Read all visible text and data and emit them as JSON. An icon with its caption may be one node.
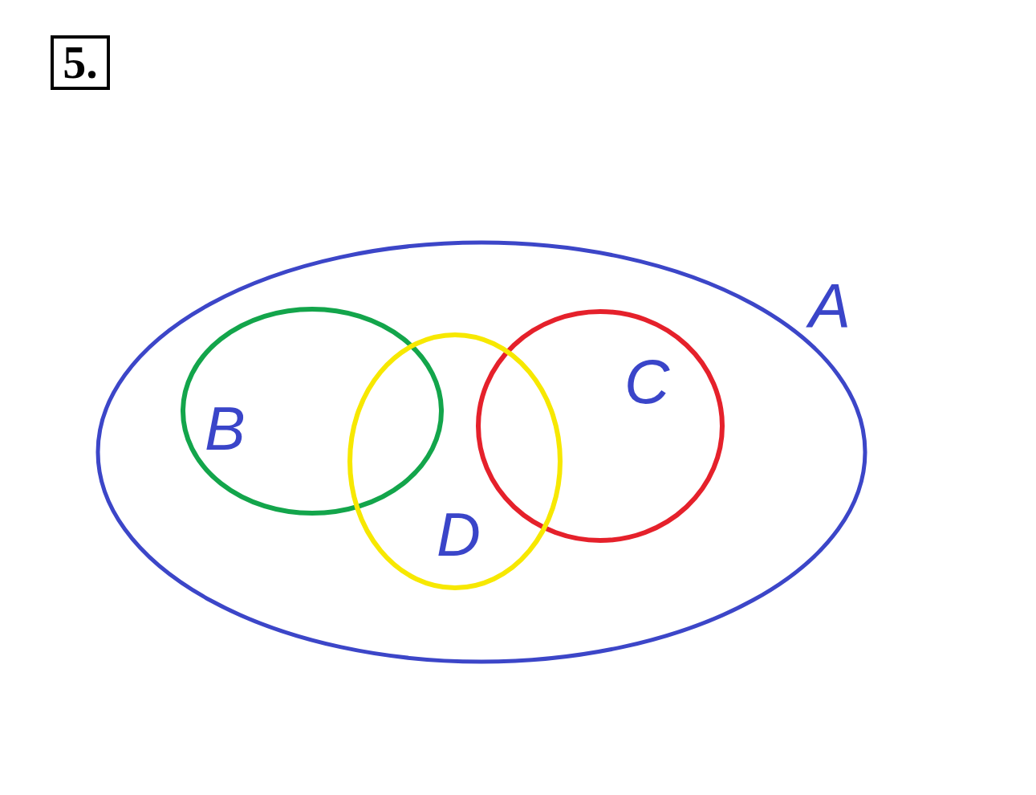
{
  "diagram": {
    "nodes": [
      {
        "text": [
          "5."
        ]
      },
      {
        "text": [
          "A"
        ]
      },
      {
        "text": [
          "B"
        ],
        "in": 1
      },
      {
        "text": [
          "C"
        ],
        "in": 1
      },
      {
        "text": [
          "D"
        ],
        "in": 1
      }
    ]
  }
}
